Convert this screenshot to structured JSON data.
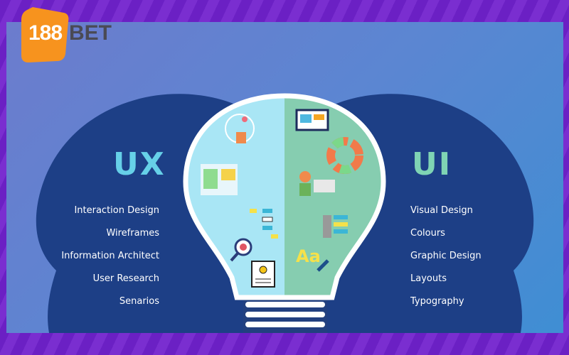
{
  "logo": {
    "number": "188",
    "word": "BET",
    "brand_color": "#f7931e"
  },
  "ux": {
    "title": "UX",
    "items": [
      "Interaction Design",
      "Wireframes",
      "Information Architect",
      "User Research",
      "Senarios"
    ],
    "color": "#66d0e8"
  },
  "ui": {
    "title": "UI",
    "items": [
      "Visual Design",
      "Colours",
      "Graphic Design",
      "Layouts",
      "Typography"
    ],
    "color": "#7fd4b4"
  },
  "bulb": {
    "left_icons": [
      "interaction-icon",
      "wireframe-icon",
      "flowchart-icon",
      "user-research-magnifier-icon",
      "scenario-document-icon"
    ],
    "right_icons": [
      "monitor-icon",
      "color-wheel-icon",
      "designer-icon",
      "layout-icon",
      "typography-icon"
    ],
    "typography_sample": "Aa"
  }
}
